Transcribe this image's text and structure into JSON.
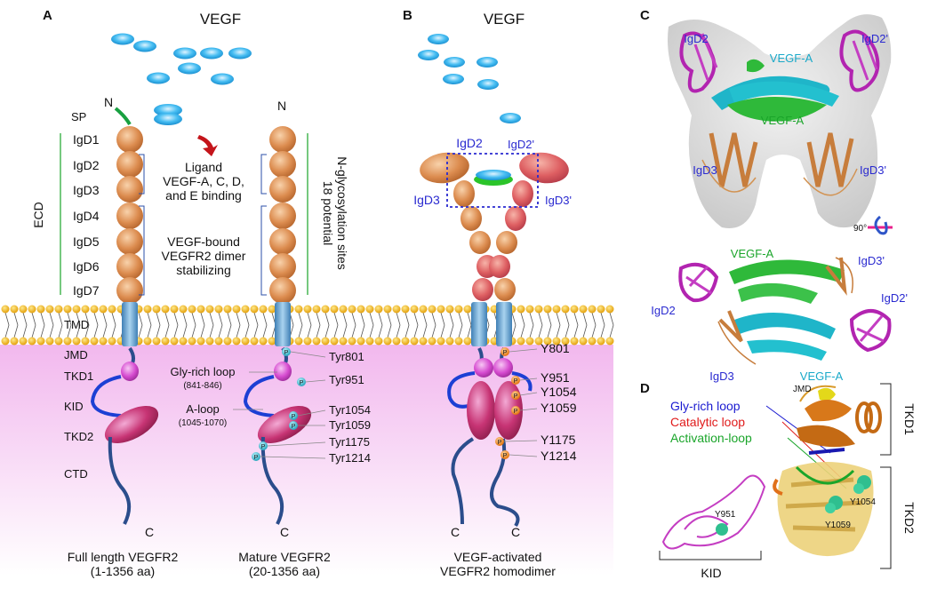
{
  "panel_a": {
    "letter": "A",
    "ligand": "VEGF",
    "n_terminus_left": "N",
    "n_terminus_right": "N",
    "c_terminus_left": "C",
    "c_terminus_right": "C",
    "sp": "SP",
    "domains": [
      "IgD1",
      "IgD2",
      "IgD3",
      "IgD4",
      "IgD5",
      "IgD6",
      "IgD7"
    ],
    "ecd": "ECD",
    "tmd": "TMD",
    "intracellular": [
      "JMD",
      "TKD1",
      "KID",
      "TKD2",
      "CTD"
    ],
    "ligand_binding": [
      "Ligand",
      "VEGF-A, C, D,",
      "and E binding"
    ],
    "dimer_stabilizing": [
      "VEGF-bound",
      "VEGFR2 dimer",
      "stabilizing"
    ],
    "glycosylation": [
      "18 potential",
      "N-glycosylation sites"
    ],
    "gly_loop": "Gly-rich loop",
    "gly_loop_range": "(841-846)",
    "a_loop": "A-loop",
    "a_loop_range": "(1045-1070)",
    "phospho_sites": [
      "Tyr801",
      "Tyr951",
      "Tyr1054",
      "Tyr1059",
      "Tyr1175",
      "Tyr1214"
    ],
    "phospho_letter": "P",
    "caption_left": [
      "Full length VEGFR2",
      "(1-1356 aa)"
    ],
    "caption_right": [
      "Mature VEGFR2",
      "(20-1356 aa)"
    ]
  },
  "panel_b": {
    "letter": "B",
    "ligand": "VEGF",
    "igd2": "IgD2",
    "igd2p": "IgD2'",
    "igd3": "IgD3",
    "igd3p": "IgD3'",
    "phospho_sites": [
      "Y801",
      "Y951",
      "Y1054",
      "Y1059",
      "Y1175",
      "Y1214"
    ],
    "c_left": "C",
    "c_right": "C",
    "caption": [
      "VEGF-activated",
      "VEGFR2 homodimer"
    ]
  },
  "panel_c": {
    "letter": "C",
    "top": {
      "igd2": "IgD2",
      "igd2p": "IgD2'",
      "vegfa_1": "VEGF-A",
      "vegfa_2": "VEGF-A",
      "igd3": "IgD3",
      "igd3p": "IgD3'"
    },
    "rotation": "90°",
    "bottom": {
      "vegfa_1": "VEGF-A",
      "igd3p": "IgD3'",
      "igd2": "IgD2",
      "igd2p": "IgD2'",
      "igd3": "IgD3",
      "vegfa_2": "VEGF-A"
    }
  },
  "panel_d": {
    "letter": "D",
    "gly_rich": "Gly-rich loop",
    "catalytic": "Catalytic loop",
    "activation": "Activation-loop",
    "jmd": "JMD",
    "tkd1": "TKD1",
    "tkd2": "TKD2",
    "kid": "KID",
    "y951": "Y951",
    "y1054": "Y1054",
    "y1059": "Y1059"
  },
  "colors": {
    "igd_fill": "#d9894f",
    "vegf": "#3bb7ee",
    "kinase": "#c8336f",
    "linker": "#2b4d8c",
    "membrane_head": "#f0a800",
    "cytoplasm": "#f7d2f2",
    "phospho": "#2fb4c8",
    "phospho_b": "#f07f16"
  }
}
